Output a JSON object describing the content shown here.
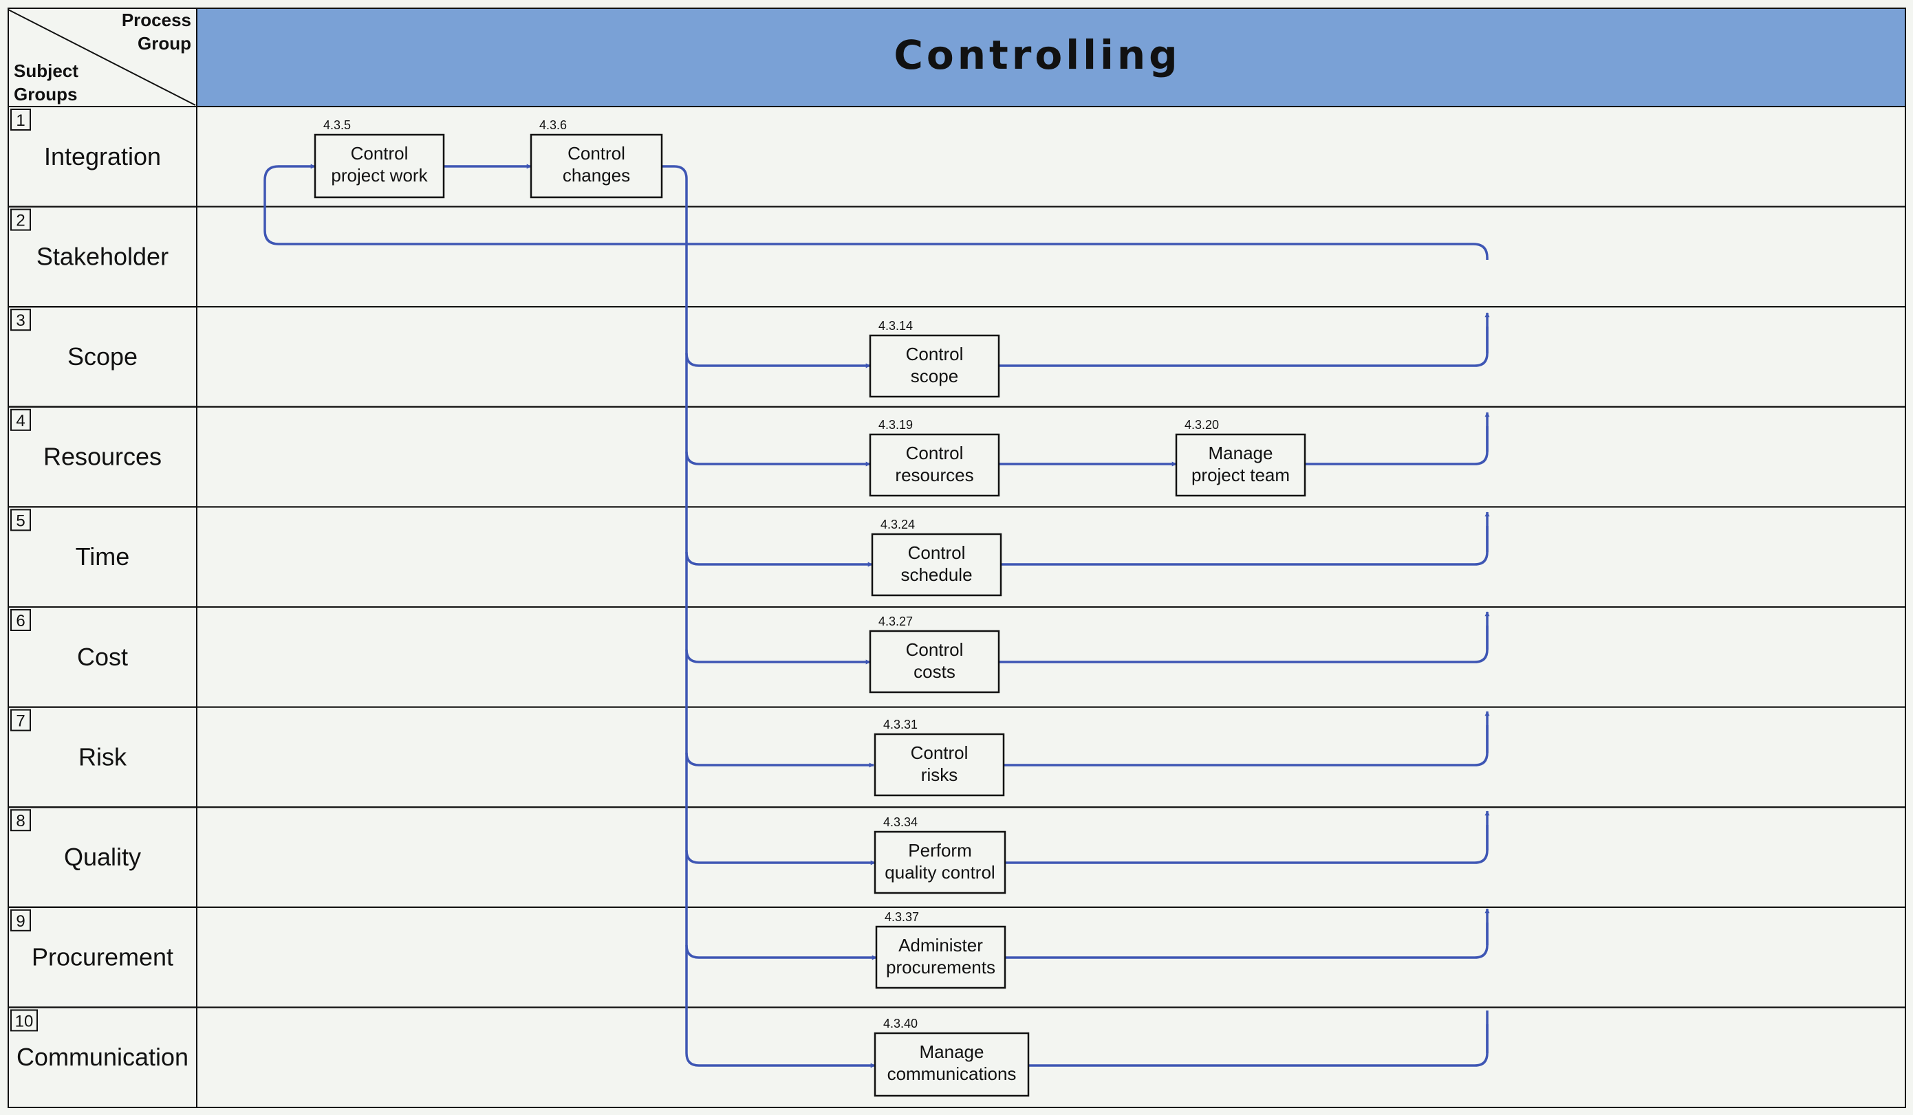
{
  "header": {
    "title": "Controlling",
    "corner_top": [
      "Process",
      "Group"
    ],
    "corner_bottom": [
      "Subject",
      "Groups"
    ]
  },
  "rows": [
    {
      "num": "1",
      "label": "Integration"
    },
    {
      "num": "2",
      "label": "Stakeholder"
    },
    {
      "num": "3",
      "label": "Scope"
    },
    {
      "num": "4",
      "label": "Resources"
    },
    {
      "num": "5",
      "label": "Time"
    },
    {
      "num": "6",
      "label": "Cost"
    },
    {
      "num": "7",
      "label": "Risk"
    },
    {
      "num": "8",
      "label": "Quality"
    },
    {
      "num": "9",
      "label": "Procurement"
    },
    {
      "num": "10",
      "label": "Communication"
    }
  ],
  "processes": [
    {
      "id": "p435",
      "code": "4.3.5",
      "lines": [
        "Control",
        "project work"
      ]
    },
    {
      "id": "p436",
      "code": "4.3.6",
      "lines": [
        "Control",
        "changes"
      ]
    },
    {
      "id": "p4314",
      "code": "4.3.14",
      "lines": [
        "Control",
        "scope"
      ]
    },
    {
      "id": "p4319",
      "code": "4.3.19",
      "lines": [
        "Control",
        "resources"
      ]
    },
    {
      "id": "p4320",
      "code": "4.3.20",
      "lines": [
        "Manage",
        "project team"
      ]
    },
    {
      "id": "p4324",
      "code": "4.3.24",
      "lines": [
        "Control",
        "schedule"
      ]
    },
    {
      "id": "p4327",
      "code": "4.3.27",
      "lines": [
        "Control",
        "costs"
      ]
    },
    {
      "id": "p4331",
      "code": "4.3.31",
      "lines": [
        "Control",
        "risks"
      ]
    },
    {
      "id": "p4334",
      "code": "4.3.34",
      "lines": [
        "Perform",
        "quality control"
      ]
    },
    {
      "id": "p4337",
      "code": "4.3.37",
      "lines": [
        "Administer",
        "procurements"
      ]
    },
    {
      "id": "p4340",
      "code": "4.3.40",
      "lines": [
        "Manage",
        "communications"
      ]
    }
  ],
  "colors": {
    "header_fill": "#7aa1d6",
    "background": "#f3f5f1",
    "flow_line": "#3e56b4",
    "grid_line": "#111111"
  }
}
